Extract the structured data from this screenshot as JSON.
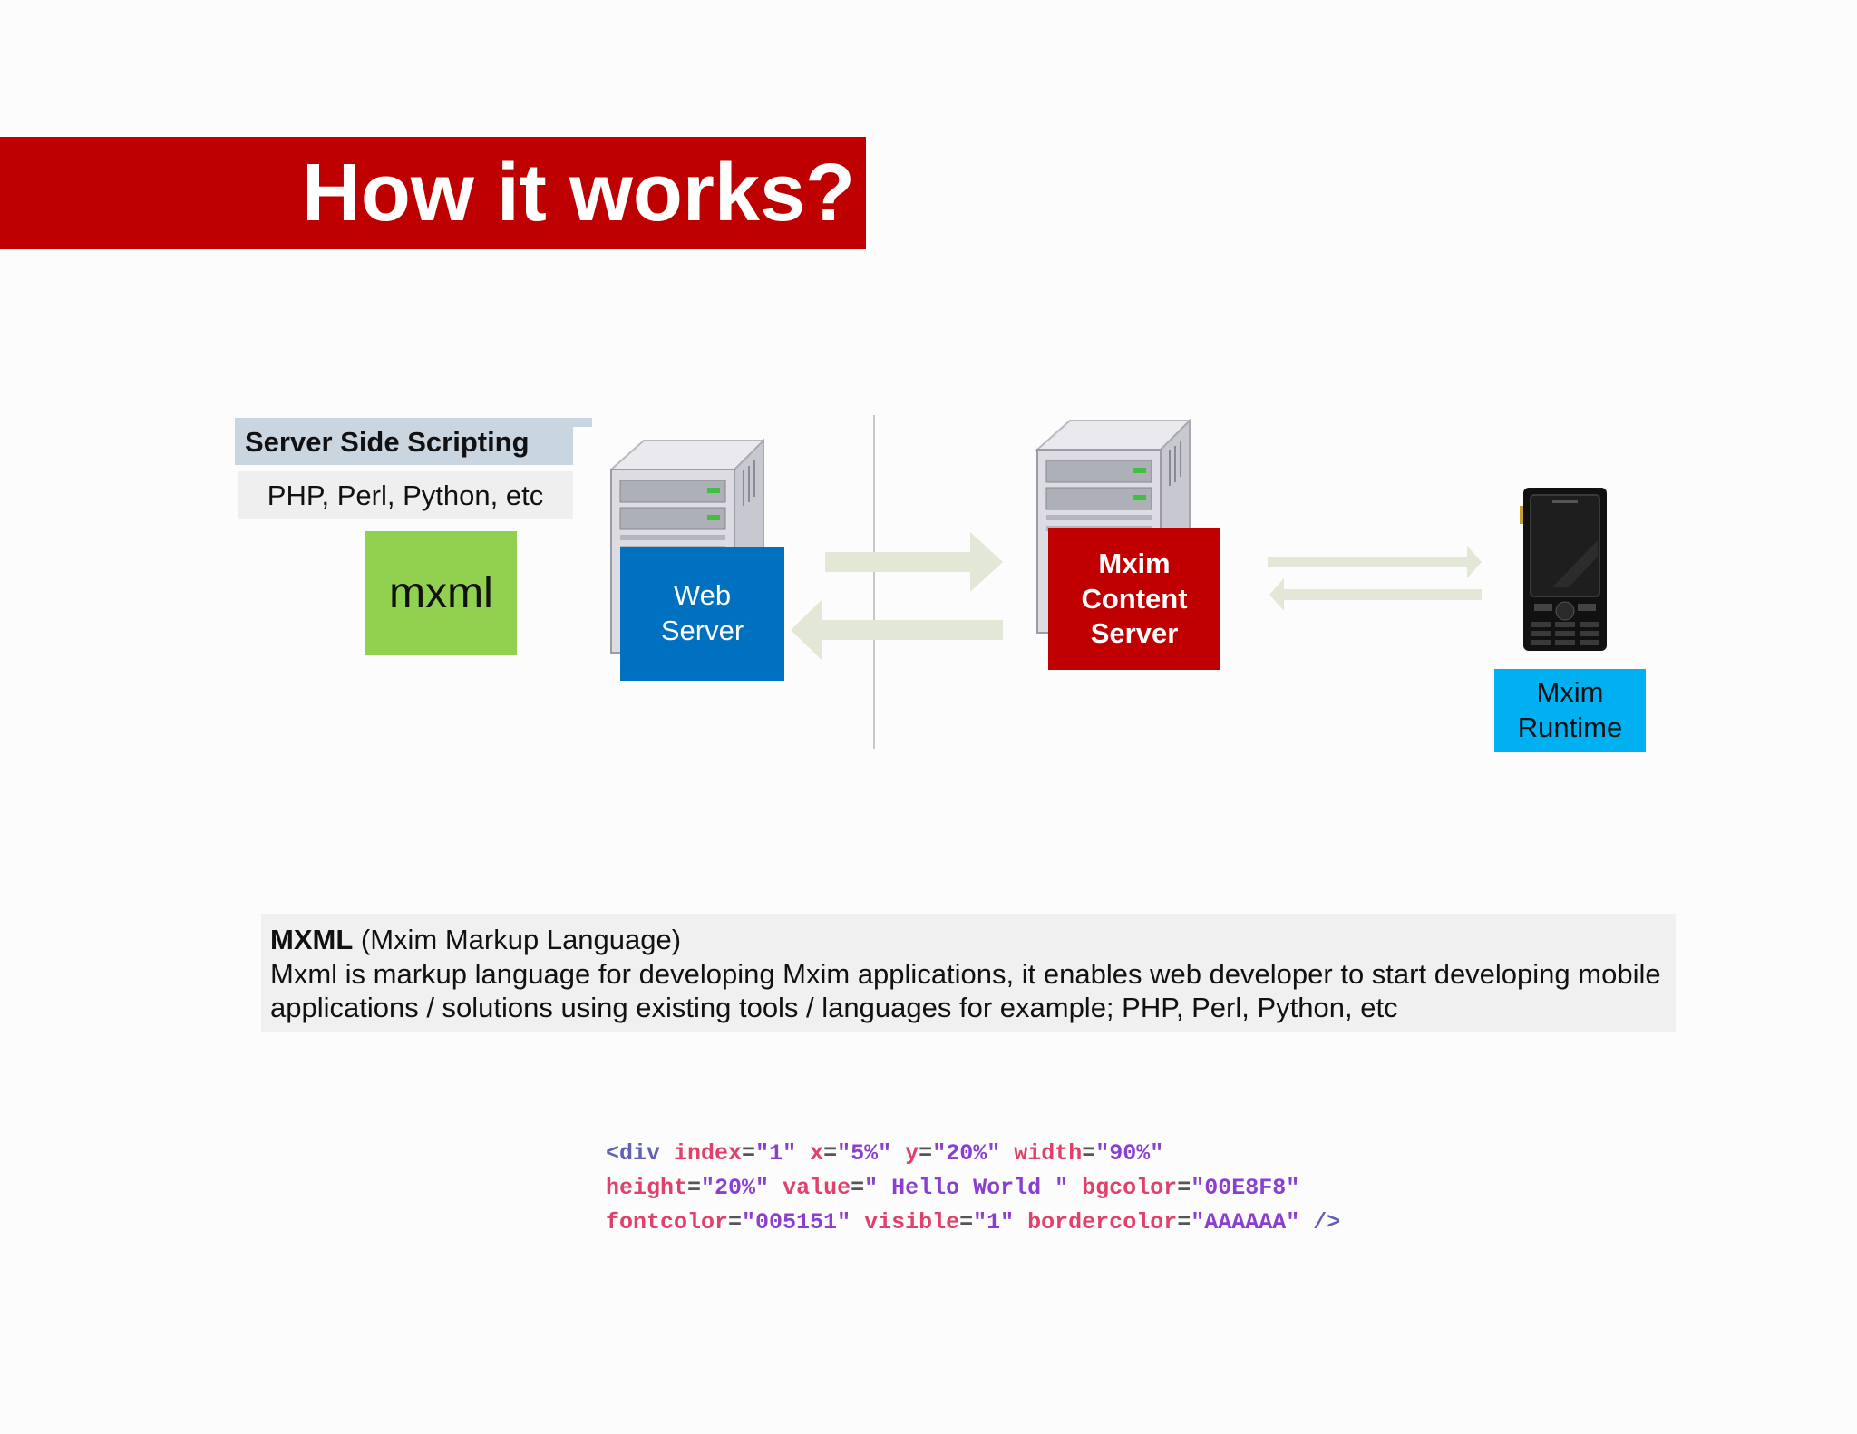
{
  "title": "How it works?",
  "server_side": {
    "label": "Server Side Scripting",
    "languages": "PHP, Perl, Python, etc",
    "mxml_label": "mxml"
  },
  "web_server": {
    "line1": "Web",
    "line2": "Server"
  },
  "content_server": {
    "line1": "Mxim",
    "line2": "Content",
    "line3": "Server"
  },
  "runtime": {
    "line1": "Mxim",
    "line2": "Runtime"
  },
  "description": {
    "term": "MXML",
    "expansion": " (Mxim Markup Language)",
    "body": "Mxml is markup language for developing Mxim applications, it enables web developer to start developing mobile applications / solutions using existing tools / languages for example; PHP, Perl, Python, etc"
  },
  "code_sample": {
    "tag_open": "<div",
    "tag_close": "/>",
    "attrs": [
      {
        "name": "index",
        "value": "\"1\""
      },
      {
        "name": "x",
        "value": "\"5%\""
      },
      {
        "name": "y",
        "value": "\"20%\""
      },
      {
        "name": "width",
        "value": "\"90%\""
      },
      {
        "name": "height",
        "value": "\"20%\""
      },
      {
        "name": "value",
        "value": "\" Hello World \""
      },
      {
        "name": "bgcolor",
        "value": "\"00E8F8\""
      },
      {
        "name": "fontcolor",
        "value": "\"005151\""
      },
      {
        "name": "visible",
        "value": "\"1\""
      },
      {
        "name": "bordercolor",
        "value": "\"AAAAAA\""
      }
    ]
  },
  "colors": {
    "title_bg": "#bf0000",
    "web_server": "#0070c0",
    "content_server": "#c00000",
    "runtime": "#00b0f0",
    "mxml": "#92d050",
    "arrow": "#e3e7d6"
  },
  "icons": [
    "server-tower-icon",
    "server-tower-icon",
    "mobile-phone-icon"
  ]
}
